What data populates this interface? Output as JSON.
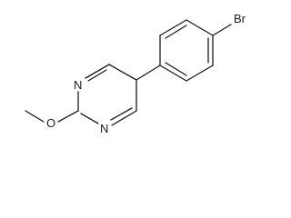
{
  "molecule": {
    "atoms": {
      "n_top": "N",
      "n_bottom": "N",
      "oxygen": "O",
      "bromine": "Br"
    }
  }
}
